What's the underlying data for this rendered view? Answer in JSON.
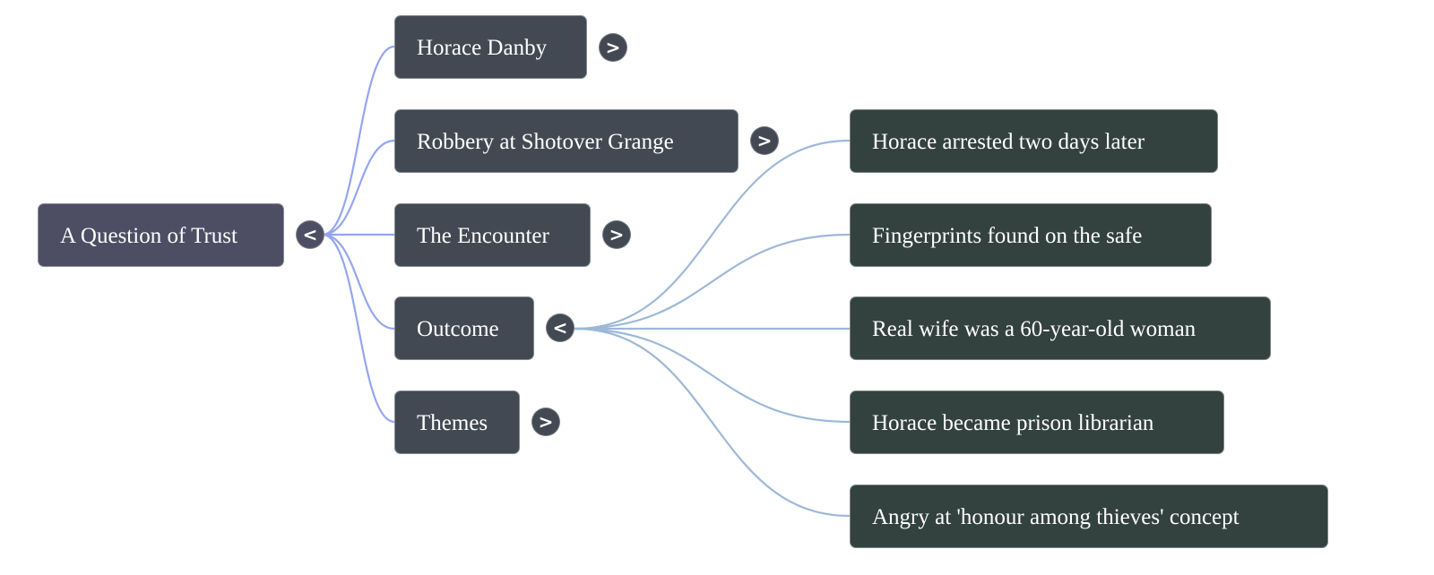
{
  "mindmap": {
    "root": {
      "label": "A Question of Trust",
      "toggle": "<",
      "expanded": true
    },
    "children": [
      {
        "label": "Horace Danby",
        "toggle": ">",
        "expanded": false,
        "children": []
      },
      {
        "label": "Robbery at Shotover Grange",
        "toggle": ">",
        "expanded": false,
        "children": []
      },
      {
        "label": "The Encounter",
        "toggle": ">",
        "expanded": false,
        "children": []
      },
      {
        "label": "Outcome",
        "toggle": "<",
        "expanded": true,
        "children": [
          {
            "label": "Horace arrested two days later"
          },
          {
            "label": "Fingerprints found on the safe"
          },
          {
            "label": "Real wife was a 60-year-old woman"
          },
          {
            "label": "Horace became prison librarian"
          },
          {
            "label": "Angry at 'honour among thieves' concept"
          }
        ]
      },
      {
        "label": "Themes",
        "toggle": ">",
        "expanded": false,
        "children": []
      }
    ]
  },
  "colors": {
    "root_fill": "#4d4e64",
    "level1_fill": "#424953",
    "level2_fill": "#33413f",
    "root_link": "#94a5f0",
    "outcome_link": "#9db8d8",
    "text": "#ffffff"
  }
}
